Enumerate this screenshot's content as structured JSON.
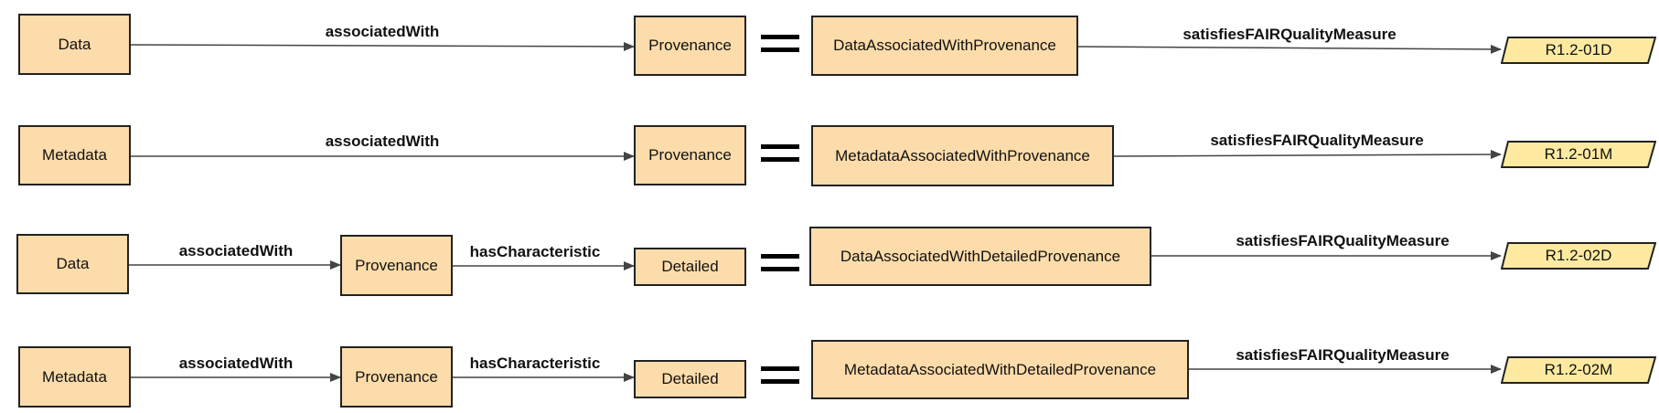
{
  "colors": {
    "node_fill": "#fcdcaa",
    "measure_fill": "#fdeaa0",
    "stroke": "#222222",
    "edge": "#444444"
  },
  "rows": [
    {
      "nodes": [
        "Data",
        "Provenance"
      ],
      "edges": [
        "associatedWith"
      ],
      "class_name": "DataAssociatedWithProvenance",
      "property": "satisfiesFAIRQualityMeasure",
      "measure": "R1.2-01D"
    },
    {
      "nodes": [
        "Metadata",
        "Provenance"
      ],
      "edges": [
        "associatedWith"
      ],
      "class_name": "MetadataAssociatedWithProvenance",
      "property": "satisfiesFAIRQualityMeasure",
      "measure": "R1.2-01M"
    },
    {
      "nodes": [
        "Data",
        "Provenance",
        "Detailed"
      ],
      "edges": [
        "associatedWith",
        "hasCharacteristic"
      ],
      "class_name": "DataAssociatedWithDetailedProvenance",
      "property": "satisfiesFAIRQualityMeasure",
      "measure": "R1.2-02D"
    },
    {
      "nodes": [
        "Metadata",
        "Provenance",
        "Detailed"
      ],
      "edges": [
        "associatedWith",
        "hasCharacteristic"
      ],
      "class_name": "MetadataAssociatedWithDetailedProvenance",
      "property": "satisfiesFAIRQualityMeasure",
      "measure": "R1.2-02M"
    }
  ]
}
